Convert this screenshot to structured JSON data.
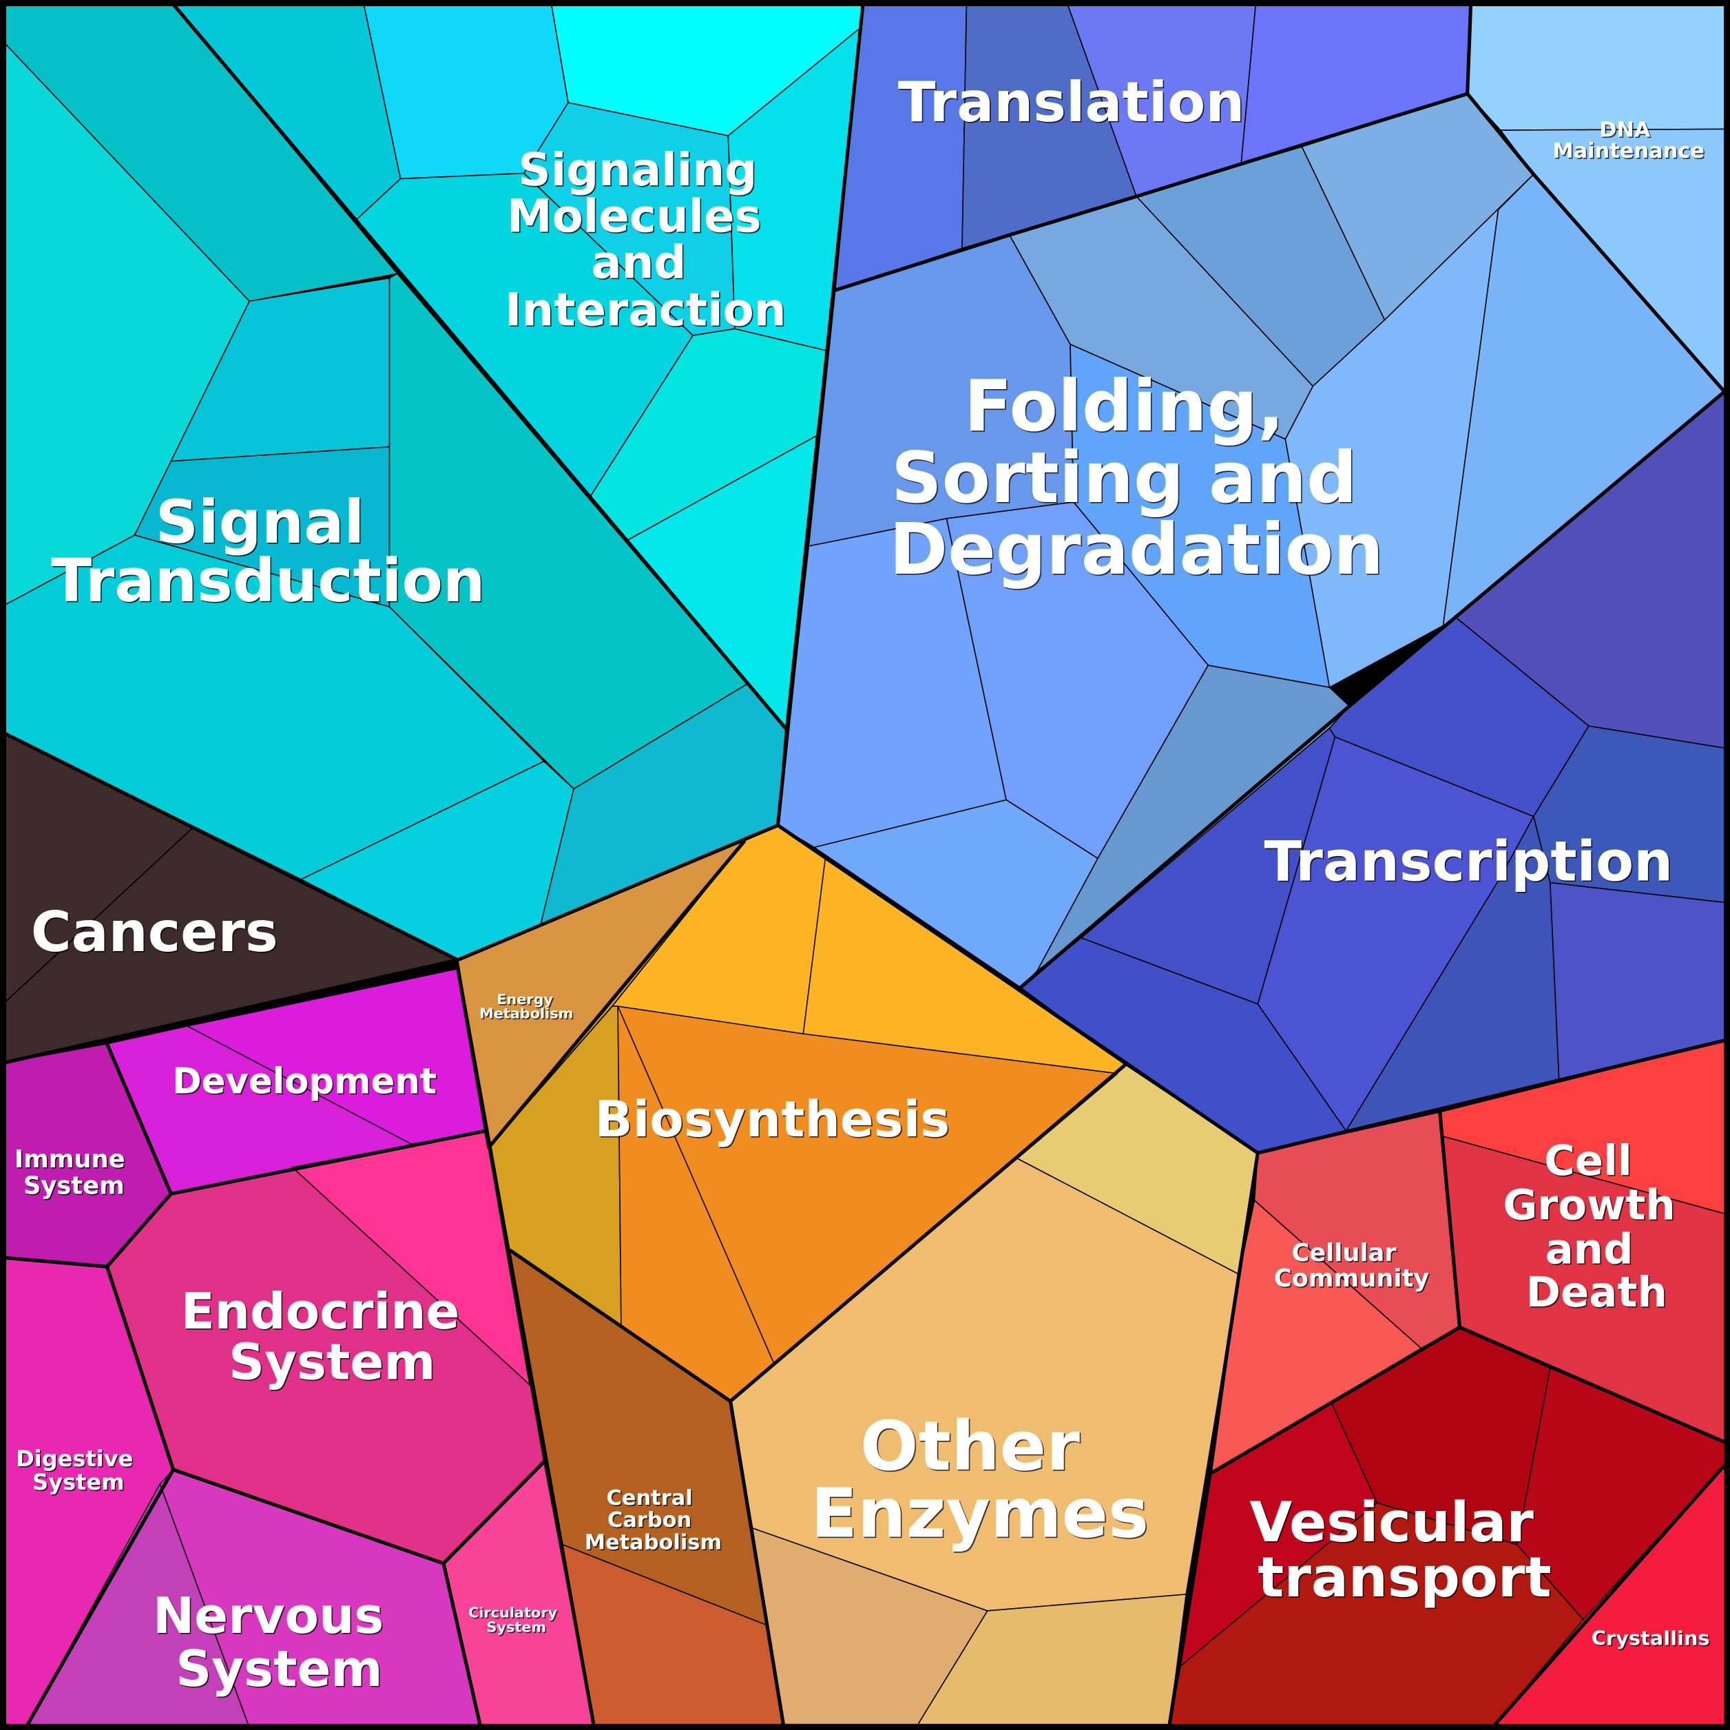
{
  "title": "Protein function Voronoi treemap",
  "categories": {
    "signal_transduction": {
      "lines": [
        "Signal",
        "Transduction"
      ]
    },
    "signaling_molecules": {
      "lines": [
        "Signaling",
        "Molecules",
        "and",
        "Interaction"
      ]
    },
    "translation": {
      "lines": [
        "Translation"
      ]
    },
    "dna_maintenance": {
      "lines": [
        "DNA",
        "Maintenance"
      ]
    },
    "folding": {
      "lines": [
        "Folding,",
        "Sorting and",
        "Degradation"
      ]
    },
    "transcription": {
      "lines": [
        "Transcription"
      ]
    },
    "cancers": {
      "lines": [
        "Cancers"
      ]
    },
    "energy_metabolism": {
      "lines": [
        "Energy",
        "Metabolism"
      ]
    },
    "biosynthesis": {
      "lines": [
        "Biosynthesis"
      ]
    },
    "development": {
      "lines": [
        "Development"
      ]
    },
    "immune_system": {
      "lines": [
        "Immune",
        "System"
      ]
    },
    "endocrine_system": {
      "lines": [
        "Endocrine",
        "System"
      ]
    },
    "digestive_system": {
      "lines": [
        "Digestive",
        "System"
      ]
    },
    "nervous_system": {
      "lines": [
        "Nervous",
        "System"
      ]
    },
    "circulatory_system": {
      "lines": [
        "Circulatory",
        "System"
      ]
    },
    "central_carbon": {
      "lines": [
        "Central",
        "Carbon",
        "Metabolism"
      ]
    },
    "other_enzymes": {
      "lines": [
        "Other",
        "Enzymes"
      ]
    },
    "cellular_community": {
      "lines": [
        "Cellular",
        "Community"
      ]
    },
    "cell_growth": {
      "lines": [
        "Cell",
        "Growth",
        "and",
        "Death"
      ]
    },
    "vesicular_transport": {
      "lines": [
        "Vesicular",
        "transport"
      ]
    },
    "crystallins": {
      "lines": [
        "Crystallins"
      ]
    }
  }
}
